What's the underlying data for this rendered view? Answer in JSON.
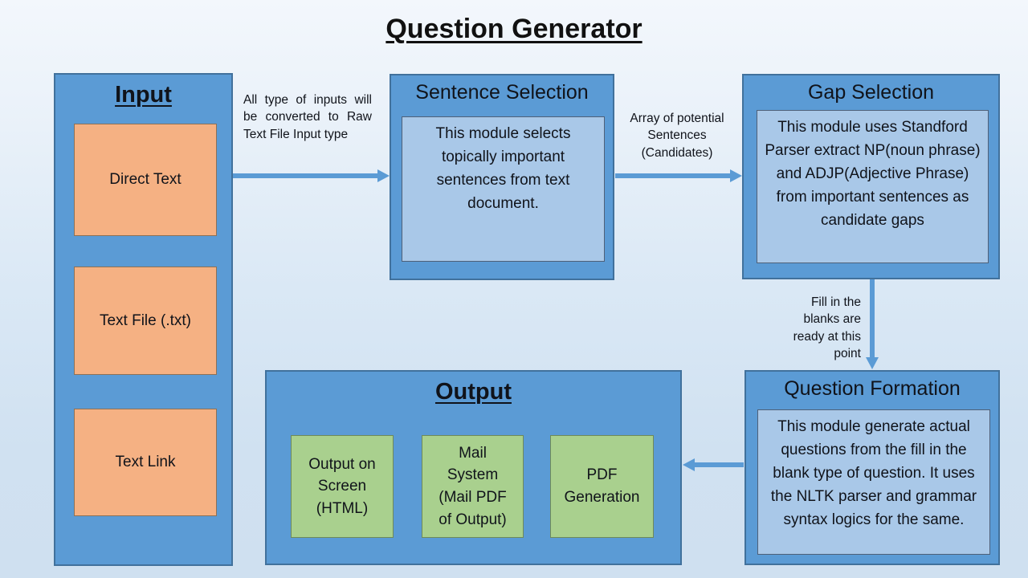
{
  "title": "Question Generator",
  "diagram": {
    "input": {
      "title": "Input",
      "items": [
        "Direct Text",
        "Text File (.txt)",
        "Text Link"
      ]
    },
    "sentence_selection": {
      "title": "Sentence Selection",
      "description": "This module selects topically important sentences from text document."
    },
    "gap_selection": {
      "title": "Gap Selection",
      "description": "This module uses Standford Parser extract NP(noun phrase) and ADJP(Adjective Phrase) from important sentences as candidate gaps"
    },
    "question_formation": {
      "title": "Question Formation",
      "description": "This module generate actual questions from the fill in the blank type of question. It uses the NLTK parser and grammar syntax logics for the same."
    },
    "output": {
      "title": "Output",
      "items": [
        "Output on\nScreen\n(HTML)",
        "Mail\nSystem\n(Mail PDF\nof Output)",
        "PDF\nGeneration"
      ]
    },
    "edge_labels": {
      "input_to_sentence": "All type of inputs will be converted to Raw Text File Input type",
      "sentence_to_gap": "Array of potential Sentences (Candidates)",
      "gap_to_question": "Fill in the blanks are ready at this point"
    }
  },
  "colors": {
    "panel_blue": "#5b9bd5",
    "panel_border": "#41719c",
    "inner_blue": "#a9c8e8",
    "orange": "#f5b183",
    "green": "#a9d08e",
    "arrow": "#5b9bd5",
    "background_top": "#f3f7fc",
    "background_bottom": "#cfe0f0"
  }
}
